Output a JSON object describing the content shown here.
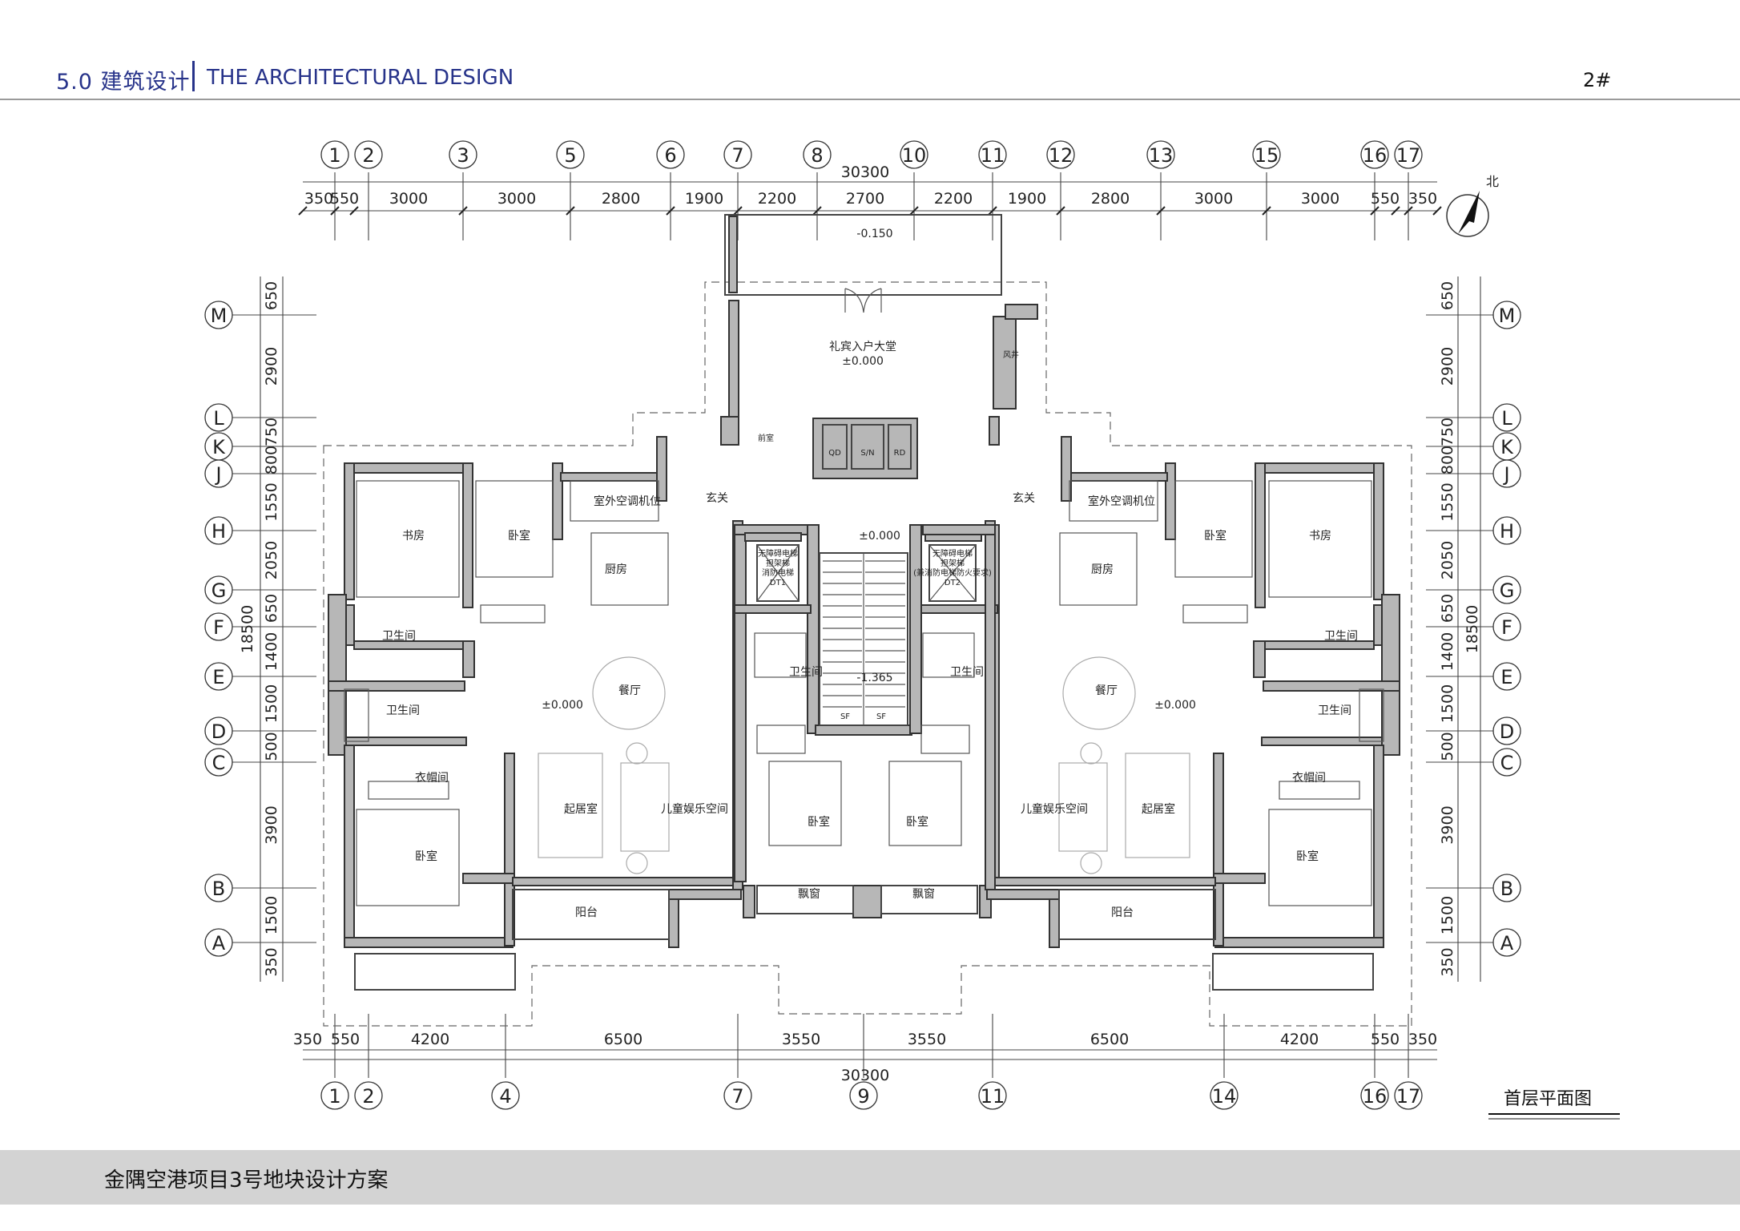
{
  "header": {
    "section": "5.0 建筑设计",
    "section_en": "THE ARCHITECTURAL  DESIGN",
    "building_no": "2#"
  },
  "footer": {
    "project": "金隅空港项目3号地块设计方案"
  },
  "colors": {
    "accent": "#27338a",
    "wall": "#b7b7b7",
    "footer_band": "#d3d3d3"
  },
  "drawing": {
    "title": "首层平面图",
    "north_label": "北",
    "top_axes": [
      "1",
      "2",
      "3",
      "5",
      "6",
      "7",
      "8",
      "10",
      "11",
      "12",
      "13",
      "15",
      "16",
      "17"
    ],
    "bottom_axes": [
      "1",
      "2",
      "4",
      "7",
      "9",
      "11",
      "14",
      "16",
      "17"
    ],
    "left_axes": [
      "M",
      "L",
      "K",
      "J",
      "H",
      "G",
      "F",
      "E",
      "D",
      "C",
      "B",
      "A"
    ],
    "right_axes": [
      "M",
      "L",
      "K",
      "J",
      "H",
      "G",
      "F",
      "E",
      "D",
      "C",
      "B",
      "A"
    ],
    "top_total": "30300",
    "top_dims": [
      "350",
      "550",
      "3000",
      "3000",
      "2800",
      "1900",
      "2200",
      "2700",
      "2200",
      "1900",
      "2800",
      "3000",
      "3000",
      "550",
      "350"
    ],
    "bottom_total": "30300",
    "bottom_dims": [
      "350",
      "550",
      "4200",
      "6500",
      "3550",
      "3550",
      "6500",
      "4200",
      "550",
      "350"
    ],
    "left_total": "18500",
    "left_dims": [
      "650",
      "2900",
      "750",
      "800",
      "1550",
      "2050",
      "650",
      "1400",
      "1500",
      "500",
      "3900",
      "1500",
      "350"
    ],
    "right_total": "18500",
    "right_dims": [
      "650",
      "2900",
      "750",
      "800",
      "1550",
      "2050",
      "650",
      "1400",
      "1500",
      "500",
      "3900",
      "1500",
      "350"
    ],
    "levels": {
      "entrance_top": "-0.150",
      "lobby": "±0.000",
      "stair_landing": "±0.000",
      "stair_lower": "-1.365",
      "unit_left": "±0.000",
      "unit_right": "±0.000"
    },
    "rooms": {
      "lobby": "礼宾入户大堂",
      "wind_shaft": "风井",
      "front_room": "前室",
      "qd": "QD",
      "sn": "S/N",
      "rd": "RD",
      "foyer": "玄关",
      "ac_unit": "室外空调机位",
      "study": "书房",
      "bedroom": "卧室",
      "kitchen": "厨房",
      "bathroom": "卫生间",
      "dining": "餐厅",
      "living": "起居室",
      "kids_space": "儿童娱乐空间",
      "cloakroom": "衣帽间",
      "balcony": "阳台",
      "bay_window": "飘窗",
      "sf": "SF",
      "elevator_1": [
        "无障碍电梯",
        "担架梯",
        "消防电梯",
        "DT1"
      ],
      "elevator_2": [
        "无障碍电梯",
        "担架梯",
        "(兼消防电梯防火要求)",
        "DT2"
      ]
    }
  }
}
